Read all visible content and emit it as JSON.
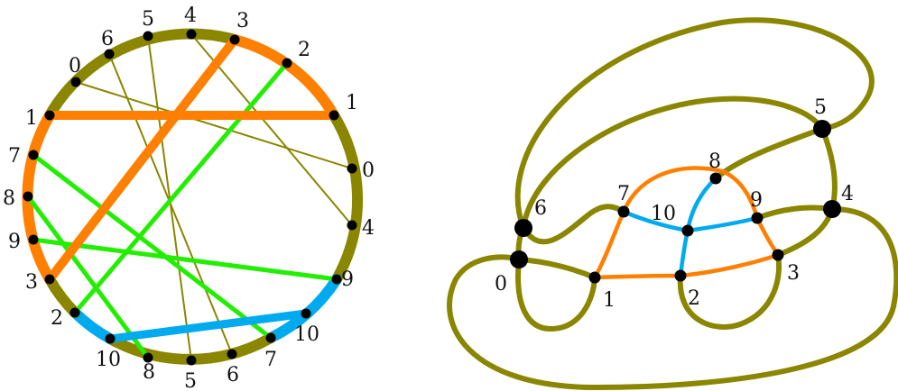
{
  "colors": {
    "olive": "#8a8600",
    "orange": "#ff7f00",
    "green": "#22ee00",
    "blue": "#00aaee",
    "node": "#000000"
  },
  "left": {
    "points": {
      "a0": "0",
      "a1": "1",
      "a2": "2",
      "a3": "3",
      "a4": "4",
      "a5": "5",
      "a6": "6",
      "a7": "7",
      "a8": "8",
      "a9": "9",
      "a10": "10",
      "b0": "0",
      "b1": "1",
      "b2": "2",
      "b3": "3",
      "b4": "4",
      "b5": "5",
      "b6": "6",
      "b7": "7",
      "b8": "8",
      "b9": "9",
      "b10": "10"
    }
  },
  "right": {
    "nodes": {
      "n0": "0",
      "n1": "1",
      "n2": "2",
      "n3": "3",
      "n4": "4",
      "n5": "5",
      "n6": "6",
      "n7": "7",
      "n8": "8",
      "n9": "9",
      "n10": "10"
    }
  }
}
